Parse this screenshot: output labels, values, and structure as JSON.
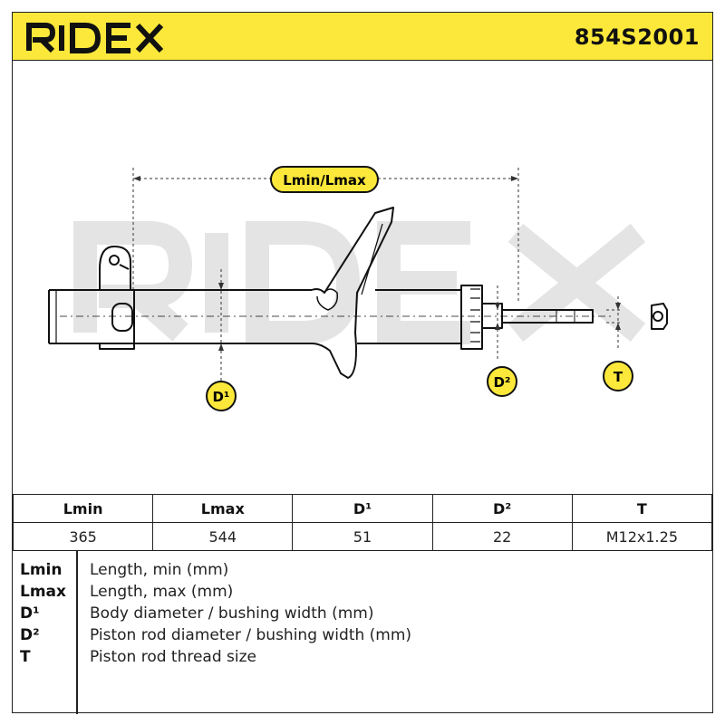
{
  "header": {
    "brand": "RIDEX",
    "part_number": "854S2001"
  },
  "drawing": {
    "watermark": "RIDEX",
    "labels": {
      "length": "Lmin/Lmax",
      "d1": "D¹",
      "d2": "D²",
      "t": "T"
    },
    "colors": {
      "accent": "#fce83a",
      "line": "#111111",
      "watermark": "#e6e6e6"
    }
  },
  "table": {
    "headers": [
      "Lmin",
      "Lmax",
      "D¹",
      "D²",
      "T"
    ],
    "values": [
      "365",
      "544",
      "51",
      "22",
      "M12x1.25"
    ]
  },
  "legend": [
    {
      "abbr": "Lmin",
      "desc": "Length, min (mm)"
    },
    {
      "abbr": "Lmax",
      "desc": "Length, max (mm)"
    },
    {
      "abbr": "D¹",
      "desc": "Body diameter / bushing width (mm)"
    },
    {
      "abbr": "D²",
      "desc": "Piston rod diameter / bushing width (mm)"
    },
    {
      "abbr": "T",
      "desc": "Piston rod thread size"
    }
  ]
}
